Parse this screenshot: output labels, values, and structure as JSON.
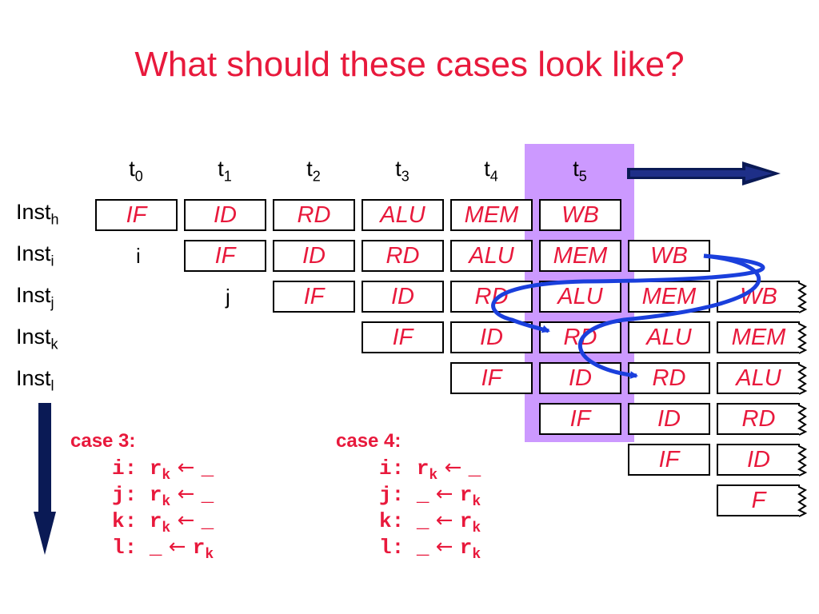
{
  "title": "What should these cases look like?",
  "time_labels": [
    {
      "t": "t",
      "sub": "0"
    },
    {
      "t": "t",
      "sub": "1"
    },
    {
      "t": "t",
      "sub": "2"
    },
    {
      "t": "t",
      "sub": "3"
    },
    {
      "t": "t",
      "sub": "4"
    },
    {
      "t": "t",
      "sub": "5"
    }
  ],
  "rows": [
    {
      "label": "Inst",
      "sub": "h",
      "stages": [
        "IF",
        "ID",
        "RD",
        "ALU",
        "MEM",
        "WB"
      ]
    },
    {
      "label": "Inst",
      "sub": "i",
      "stages": [
        "IF",
        "ID",
        "RD",
        "ALU",
        "MEM",
        "WB"
      ]
    },
    {
      "label": "Inst",
      "sub": "j",
      "stages": [
        "IF",
        "ID",
        "RD",
        "ALU",
        "MEM",
        "WB"
      ]
    },
    {
      "label": "Inst",
      "sub": "k",
      "stages": [
        "IF",
        "ID",
        "RD",
        "ALU",
        "MEM"
      ]
    },
    {
      "label": "Inst",
      "sub": "l",
      "stages": [
        "IF",
        "ID",
        "RD",
        "ALU"
      ]
    },
    {
      "label": "",
      "sub": "",
      "stages": [
        "IF",
        "ID",
        "RD"
      ]
    },
    {
      "label": "",
      "sub": "",
      "stages": [
        "IF",
        "ID"
      ]
    },
    {
      "label": "",
      "sub": "",
      "stages": [
        "F"
      ]
    }
  ],
  "notes": {
    "i": "i",
    "j": "j"
  },
  "case3": {
    "title": "case 3:",
    "lines": [
      {
        "name": "i",
        "dst": "r",
        "dst_sub": "k",
        "arrow": "←",
        "src": "_",
        "src_sub": ""
      },
      {
        "name": "j",
        "dst": "r",
        "dst_sub": "k",
        "arrow": "←",
        "src": "_",
        "src_sub": ""
      },
      {
        "name": "k",
        "dst": "r",
        "dst_sub": "k",
        "arrow": "←",
        "src": "_",
        "src_sub": ""
      },
      {
        "name": "l",
        "dst": "_",
        "dst_sub": "",
        "arrow": "←",
        "src": "r",
        "src_sub": "k"
      }
    ]
  },
  "case4": {
    "title": "case 4:",
    "lines": [
      {
        "name": "i",
        "dst": "r",
        "dst_sub": "k",
        "arrow": "←",
        "src": "_",
        "src_sub": ""
      },
      {
        "name": "j",
        "dst": "_",
        "dst_sub": "",
        "arrow": "←",
        "src": "r",
        "src_sub": "k"
      },
      {
        "name": "k",
        "dst": "_",
        "dst_sub": "",
        "arrow": "←",
        "src": "r",
        "src_sub": "k"
      },
      {
        "name": "l",
        "dst": "_",
        "dst_sub": "",
        "arrow": "←",
        "src": "r",
        "src_sub": "k"
      }
    ]
  },
  "colors": {
    "accent": "#e8193c",
    "highlight": "#cc99ff",
    "arrow_navy": "#0a1a55",
    "forward_blue": "#1a3fdc"
  }
}
